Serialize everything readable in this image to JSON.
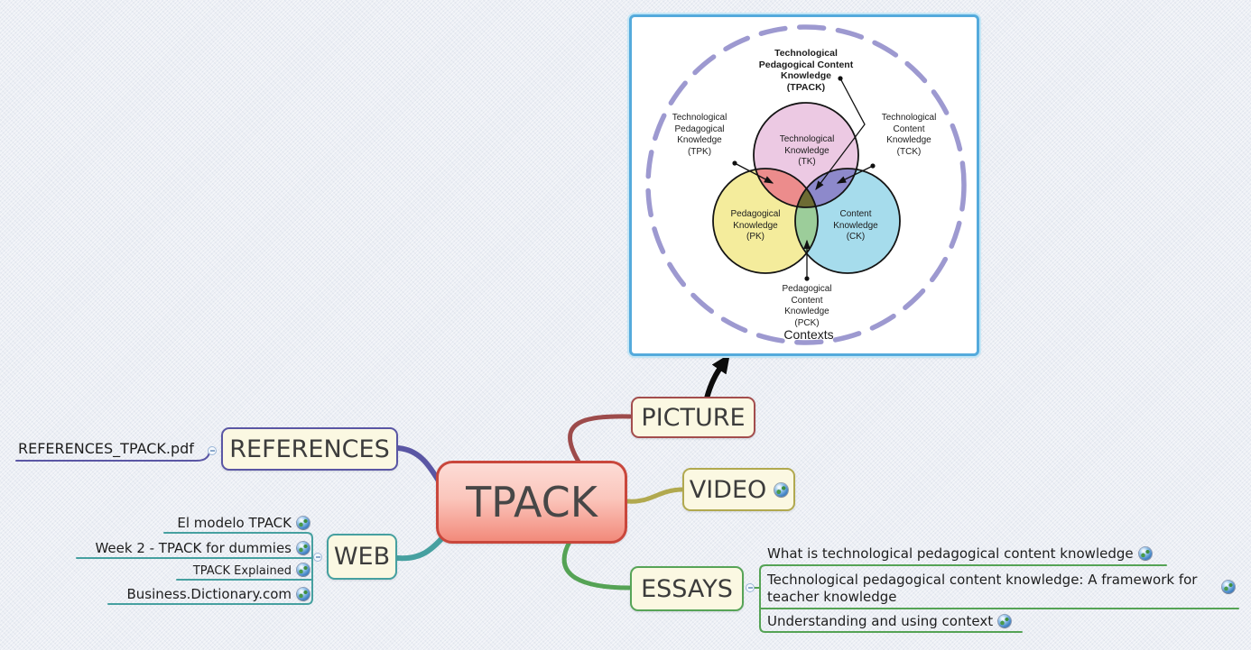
{
  "map": {
    "root_label": "TPACK",
    "root_colors": {
      "border": "#c9473c",
      "fill_top": "#fcdcd6",
      "fill_bottom": "#f28a7b"
    },
    "references": {
      "label": "REFERENCES",
      "color": "#5a56a4",
      "children": [
        {
          "label": "REFERENCES_TPACK.pdf"
        }
      ]
    },
    "web": {
      "label": "WEB",
      "color": "#46a0a0",
      "children": [
        {
          "label": "El modelo TPACK"
        },
        {
          "label": "Week 2 - TPACK for dummies"
        },
        {
          "label": "TPACK Explained"
        },
        {
          "label": "Business.Dictionary.com"
        }
      ]
    },
    "picture": {
      "label": "PICTURE",
      "color": "#9d4b4b"
    },
    "video": {
      "label": "VIDEO",
      "color": "#b1a94f"
    },
    "essays": {
      "label": "ESSAYS",
      "color": "#55a355",
      "children": [
        {
          "label": "What is technological pedagogical content knowledge"
        },
        {
          "label": "Technological pedagogical content knowledge: A framework for teacher knowledge"
        },
        {
          "label": "Understanding and using context"
        }
      ]
    }
  },
  "venn": {
    "title": "Technological\nPedagogical Content\nKnowledge\n(TPACK)",
    "tk": "Technological\nKnowledge\n(TK)",
    "pk": "Pedagogical\nKnowledge\n(PK)",
    "ck": "Content\nKnowledge\n(CK)",
    "tpk": "Technological\nPedagogical\nKnowledge\n(TPK)",
    "tck": "Technological\nContent\nKnowledge\n(TCK)",
    "pck": "Pedagogical\nContent\nKnowledge\n(PCK)",
    "contexts": "Contexts",
    "colors": {
      "tk": "#ecc9e3",
      "pk": "#f4ec9c",
      "ck": "#a6dcec",
      "tpk": "#ec8c8c",
      "tck": "#8d89cb",
      "pck": "#9ccd9a",
      "center": "#6d6b33",
      "context_ring": "#9d99d0",
      "frame_border": "#54aadc"
    }
  },
  "icons": {
    "link_icon": "globe",
    "collapse_icon": "minus-circle",
    "attachment_arrow": "black-arrow"
  }
}
